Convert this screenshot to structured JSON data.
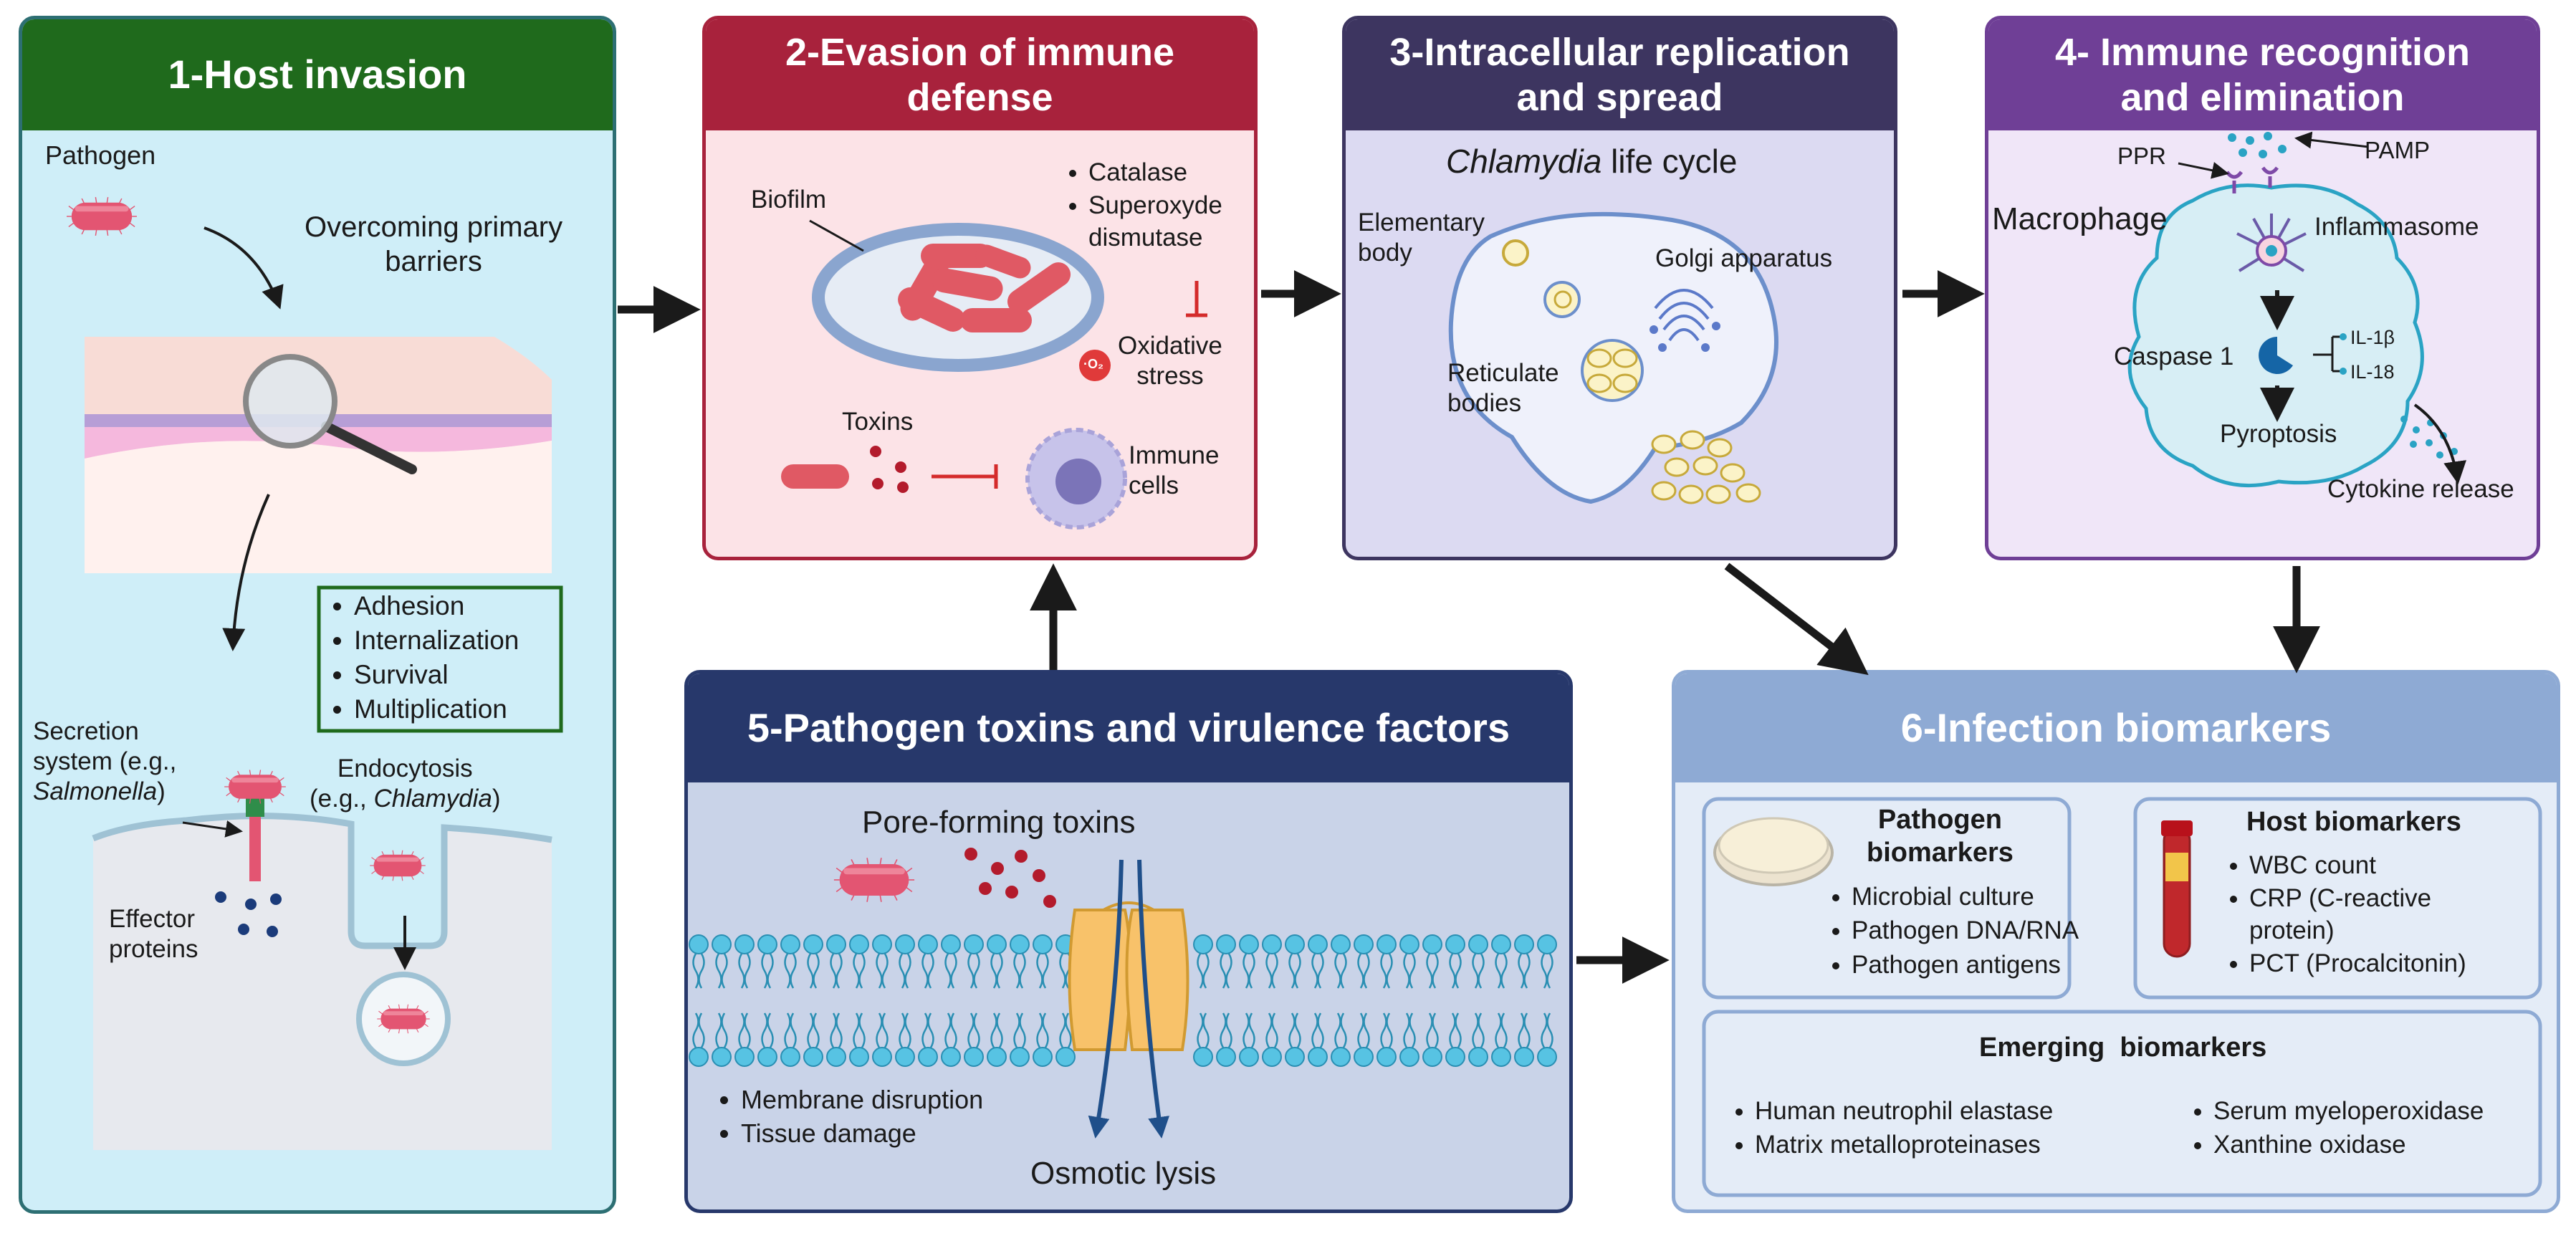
{
  "colors": {
    "p1_header": "#1f6a1c",
    "p1_body": "#cfeef8",
    "p1_border": "#2d6f73",
    "p2_header": "#a8223c",
    "p2_body": "#fce3e7",
    "p2_border": "#a8223c",
    "p3_header": "#3d3560",
    "p3_body": "#dcdaf2",
    "p3_border": "#3d3560",
    "p4_header": "#6f3f96",
    "p4_body": "#f0e6f8",
    "p4_border": "#6f3f96",
    "p5_header": "#27386b",
    "p5_body": "#c9d3e8",
    "p5_border": "#27386b",
    "p6_header": "#8eaad4",
    "p6_body": "#e4ecf7",
    "p6_border": "#8eaad4",
    "bacteria": "#e35572",
    "membrane": "#57c3e3",
    "arrow": "#1a1a1a"
  },
  "panel1": {
    "title": "1-Host invasion",
    "pathogen": "Pathogen",
    "barriers": "Overcoming primary\nbarriers",
    "bullets": [
      "Adhesion",
      "Internalization",
      "Survival",
      "Multiplication"
    ],
    "secretion_line1": "Secretion",
    "secretion_line2": "system (e.g.,",
    "secretion_example": "Salmonella",
    "secretion_close": ")",
    "endocytosis_line1": "Endocytosis",
    "endocytosis_open": "(e.g., ",
    "endocytosis_example": "Chlamydia",
    "endocytosis_close": ")",
    "effector": "Effector\nproteins"
  },
  "panel2": {
    "title": "2-Evasion of  immune\ndefense",
    "biofilm": "Biofilm",
    "enzymes": [
      "Catalase",
      "Superoxyde",
      "dismutase"
    ],
    "o2_label": "·O₂",
    "oxidative": "Oxidative\nstress",
    "toxins": "Toxins",
    "immune_cells": "Immune\ncells"
  },
  "panel3": {
    "title": "3-Intracellular replication\nand spread",
    "life_cycle_italic": "Chlamydia",
    "life_cycle_rest": " life cycle",
    "elementary": "Elementary\nbody",
    "golgi": "Golgi apparatus",
    "reticulate": "Reticulate\nbodies"
  },
  "panel4": {
    "title": "4- Immune recognition\nand elimination",
    "ppr": "PPR",
    "pamp": "PAMP",
    "macrophage": "Macrophage",
    "inflammasome": "Inflammasome",
    "caspase": "Caspase 1",
    "il1b": "IL-1β",
    "il18": "IL-18",
    "pyroptosis": "Pyroptosis",
    "cytokine": "Cytokine release"
  },
  "panel5": {
    "title": "5-Pathogen toxins and virulence factors",
    "pore": "Pore-forming toxins",
    "bullets": [
      "Membrane disruption",
      "Tissue damage"
    ],
    "osmotic": "Osmotic lysis"
  },
  "panel6": {
    "title": "6-Infection biomarkers",
    "pathogen_title": "Pathogen\nbiomarkers",
    "pathogen_items": [
      "Microbial culture",
      "Pathogen DNA/RNA",
      "Pathogen antigens"
    ],
    "host_title": "Host biomarkers",
    "host_items": [
      "WBC count",
      "CRP (C-reactive\nprotein)",
      "PCT (Procalcitonin)"
    ],
    "emerging_title": "Emerging  biomarkers",
    "emerging_left": [
      "Human neutrophil elastase",
      "Matrix metalloproteinases"
    ],
    "emerging_right": [
      "Serum myeloperoxidase",
      "Xanthine oxidase"
    ]
  }
}
